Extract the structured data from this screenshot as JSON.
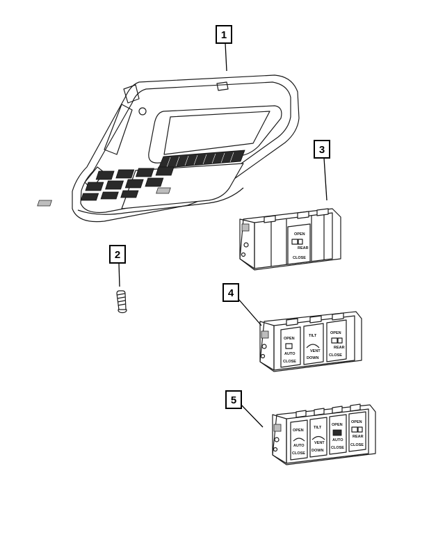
{
  "callouts": [
    {
      "number": "1"
    },
    {
      "number": "2"
    },
    {
      "number": "3"
    },
    {
      "number": "4"
    },
    {
      "number": "5"
    }
  ],
  "switch_labels": {
    "open": "OPEN",
    "close": "CLOSE",
    "rear": "REAR",
    "tilt": "TILT",
    "vent": "VENT",
    "down": "DOWN",
    "auto": "AUTO"
  }
}
